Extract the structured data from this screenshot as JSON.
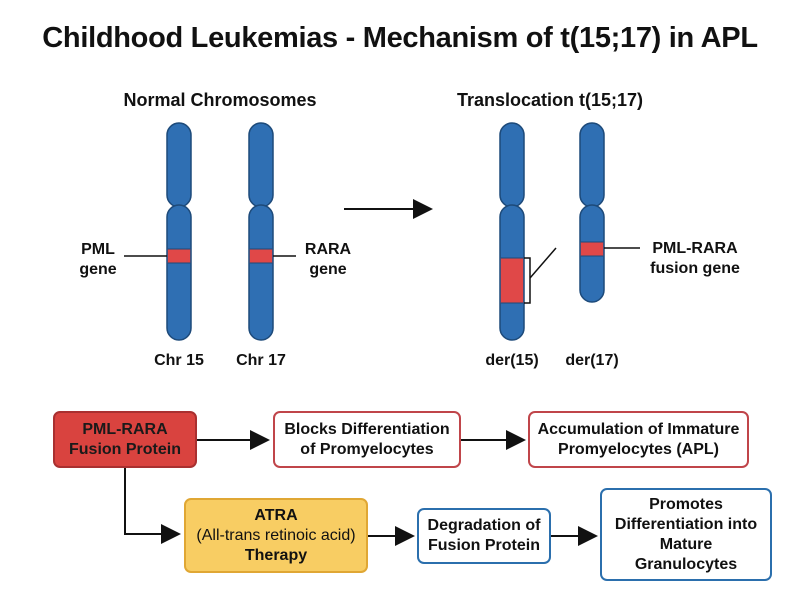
{
  "title": "Childhood Leukemias - Mechanism of t(15;17) in APL",
  "normal_section": {
    "heading": "Normal Chromosomes",
    "pml_label": [
      "PML",
      "gene"
    ],
    "rara_label": [
      "RARA",
      "gene"
    ],
    "chr15_label": "Chr 15",
    "chr17_label": "Chr 17"
  },
  "translocation_section": {
    "heading": "Translocation t(15;17)",
    "fusion_label": [
      "PML-RARA",
      "fusion gene"
    ],
    "der15_label": "der(15)",
    "der17_label": "der(17)"
  },
  "flow": {
    "protein": [
      "PML-RARA",
      "Fusion Protein"
    ],
    "blocks": [
      "Blocks Differentiation",
      "of Promyelocytes"
    ],
    "accumulation": [
      "Accumulation of Immature",
      "Promyelocytes (APL)"
    ],
    "atra": [
      "ATRA",
      "(All-trans retinoic acid)",
      "Therapy"
    ],
    "degradation": [
      "Degradation of",
      "Fusion Protein"
    ],
    "promotes": [
      "Promotes",
      "Differentiation into",
      "Mature",
      "Granulocytes"
    ]
  },
  "colors": {
    "chromosome": "#2f6fb3",
    "chromosome_outline": "#1d4a7a",
    "gene_band": "#e04848",
    "protein_box": "#d9433f",
    "atra_box": "#f8cd63",
    "blue_border": "#2b6fad",
    "red_border": "#c0454a"
  }
}
